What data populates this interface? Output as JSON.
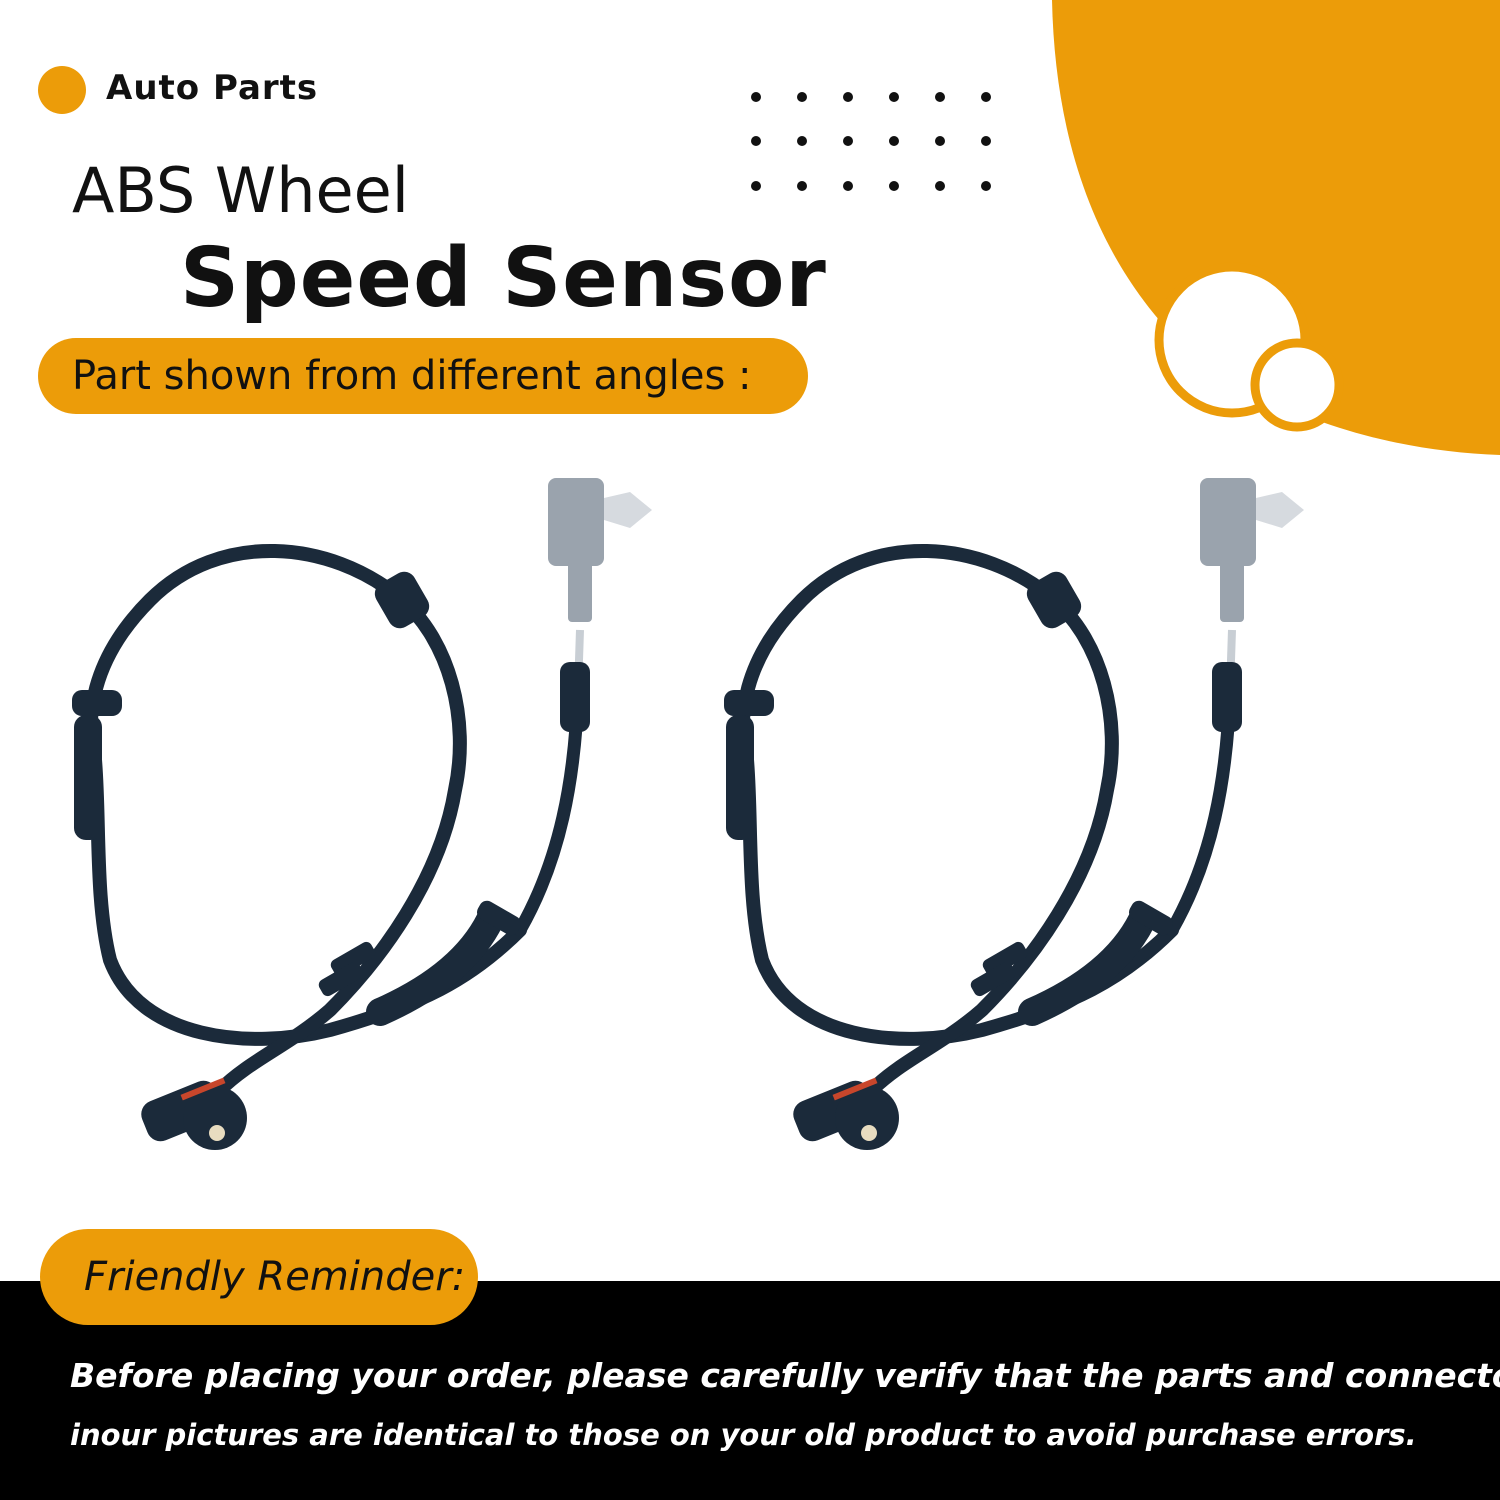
{
  "brand": {
    "label": "Auto Parts"
  },
  "title": {
    "line1": "ABS Wheel",
    "line2": "Speed Sensor"
  },
  "angles_banner": {
    "text": "Part shown from different angles :"
  },
  "reminder": {
    "heading": "Friendly Reminder:",
    "line1": "Before placing your order, please carefully verify that the parts and connectors",
    "line2": "inour pictures are identical to those on your old product to avoid purchase errors."
  },
  "colors": {
    "accent": "#ec9c09",
    "cable": "#1b2a3a",
    "connector": "#9aa3ad",
    "footer": "#000000",
    "text_dark": "#111111",
    "text_light": "#ffffff"
  },
  "icons": [
    "brand-dot-icon",
    "dot-grid-icon",
    "corner-blob-icon",
    "ring-icon"
  ]
}
